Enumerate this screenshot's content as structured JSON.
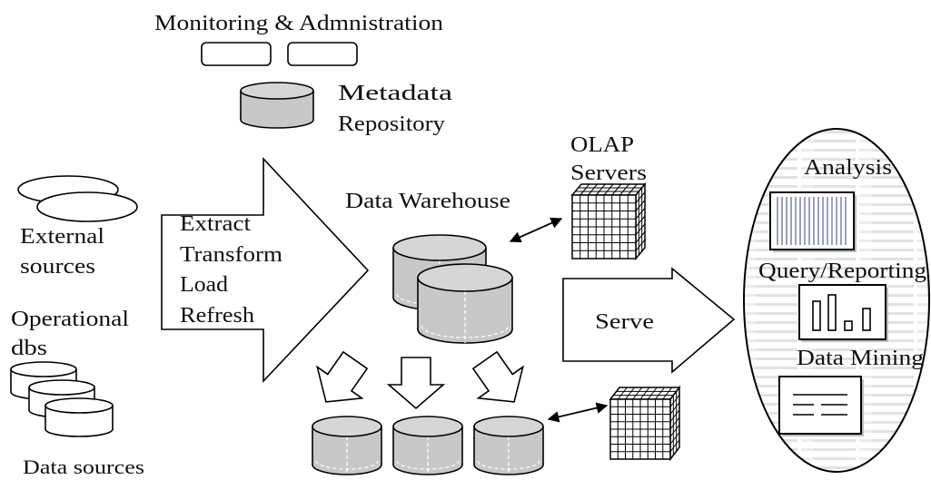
{
  "monitoring": {
    "title": "Monitoring & Admnistration"
  },
  "metadata_repository": {
    "line1": "Metadata",
    "line2": "Repository"
  },
  "olap_servers": {
    "line1": "OLAP",
    "line2": "Servers"
  },
  "data_warehouse": {
    "label": "Data Warehouse"
  },
  "etl": {
    "steps": [
      "Extract",
      "Transform",
      "Load",
      "Refresh"
    ]
  },
  "data_sources": {
    "external": [
      "External",
      "sources"
    ],
    "operational": [
      "Operational",
      "dbs"
    ],
    "caption": "Data sources"
  },
  "serve": {
    "label": "Serve"
  },
  "tools": {
    "analysis": "Analysis",
    "query_reporting": "Query/Reporting",
    "data_mining": "Data Mining"
  },
  "colors": {
    "cylinder_fill": "#c8c8c8",
    "cylinder_top": "#d6d6d6",
    "stripe": "#e2e2e2",
    "analysis_lines": "#9c9fc2"
  }
}
